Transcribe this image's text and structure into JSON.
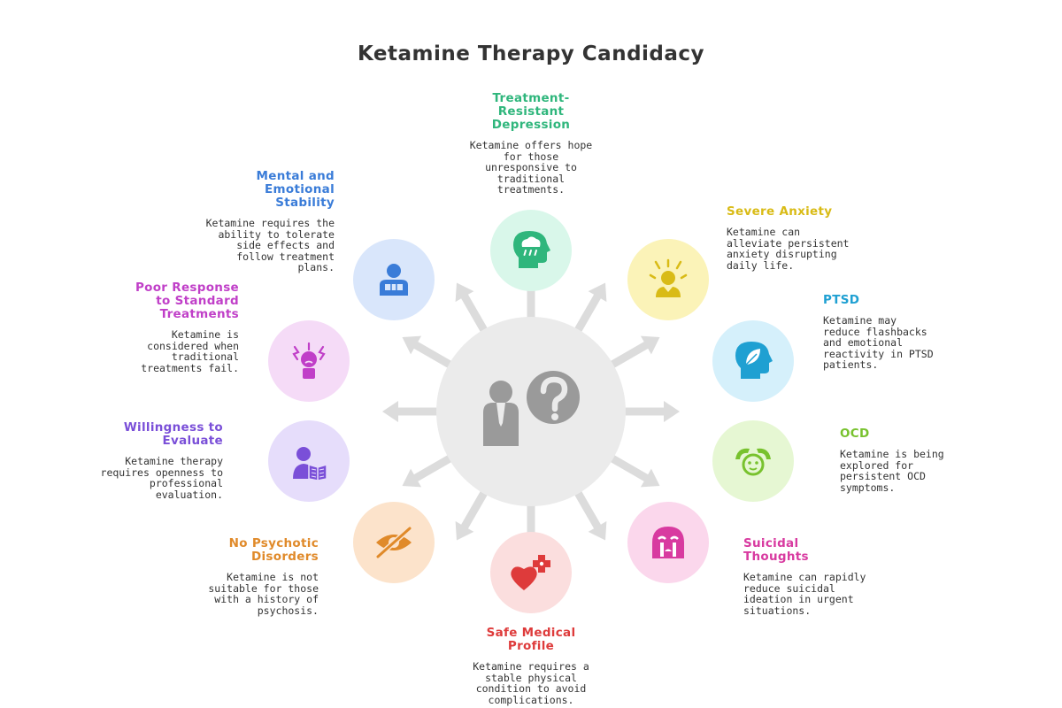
{
  "title": "Ketamine Therapy Candidacy",
  "colors": {
    "arrow": "#dcdcdc",
    "hub": "#ebebeb",
    "hub_icon": "#9a9a9a"
  },
  "nodes": [
    {
      "key": "trd",
      "heading": "Treatment-\nResistant\nDepression",
      "description": "Ketamine offers hope\nfor those\nunresponsive to\ntraditional\ntreatments.",
      "color": "#2fb67c",
      "bg": "#d9f7ea",
      "icon": "head-raincloud-icon"
    },
    {
      "key": "anxiety",
      "heading": "Severe Anxiety",
      "description": "Ketamine can\nalleviate persistent\nanxiety disrupting\ndaily life.",
      "color": "#d9bb16",
      "bg": "#fbf3b8",
      "icon": "stressed-person-icon"
    },
    {
      "key": "ptsd",
      "heading": "PTSD",
      "description": "Ketamine may\nreduce flashbacks\nand emotional\nreactivity in PTSD\npatients.",
      "color": "#1fa0d2",
      "bg": "#d5f0fb",
      "icon": "head-leaf-icon"
    },
    {
      "key": "ocd",
      "heading": "OCD",
      "description": "Ketamine is being\nexplored for\npersistent OCD\nsymptoms.",
      "color": "#78c22e",
      "bg": "#e6f7d3",
      "icon": "head-hands-icon"
    },
    {
      "key": "suicidal",
      "heading": "Suicidal\nThoughts",
      "description": "Ketamine can rapidly\nreduce suicidal\nideation in urgent\nsituations.",
      "color": "#d83aa0",
      "bg": "#fbd7ec",
      "icon": "crying-face-icon"
    },
    {
      "key": "medical",
      "heading": "Safe Medical\nProfile",
      "description": "Ketamine requires a\nstable physical\ncondition to avoid\ncomplications.",
      "color": "#de3b3b",
      "bg": "#fbdede",
      "icon": "heart-medical-icon"
    },
    {
      "key": "psychotic",
      "heading": "No Psychotic\nDisorders",
      "description": "Ketamine is not\nsuitable for those\nwith a history of\npsychosis.",
      "color": "#e08a2a",
      "bg": "#fce3cb",
      "icon": "crossed-eye-icon"
    },
    {
      "key": "willingness",
      "heading": "Willingness to\nEvaluate",
      "description": "Ketamine therapy\nrequires openness to\nprofessional\nevaluation.",
      "color": "#7a4fd8",
      "bg": "#e6ddfb",
      "icon": "person-reading-icon"
    },
    {
      "key": "poor",
      "heading": "Poor Response\nto Standard\nTreatments",
      "description": "Ketamine is\nconsidered when\ntraditional\ntreatments fail.",
      "color": "#c03fc8",
      "bg": "#f5dbf7",
      "icon": "frustrated-person-icon"
    },
    {
      "key": "stability",
      "heading": "Mental and\nEmotional\nStability",
      "description": "Ketamine requires the\nability to tolerate\nside effects and\nfollow treatment\nplans.",
      "color": "#3a7cd8",
      "bg": "#d9e6fb",
      "icon": "stable-person-icon"
    }
  ]
}
